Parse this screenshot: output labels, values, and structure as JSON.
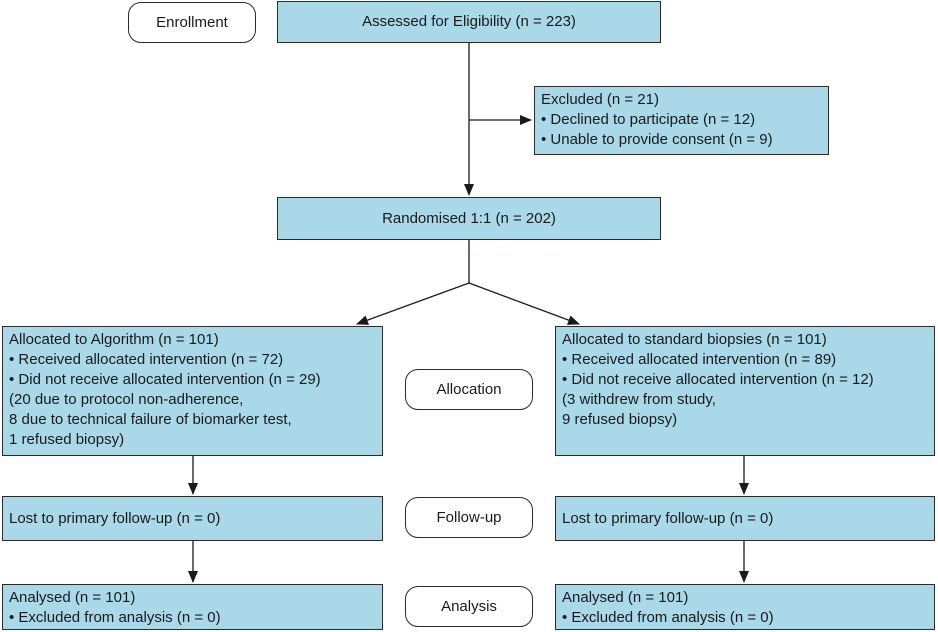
{
  "stages": {
    "enrollment": "Enrollment",
    "allocation": "Allocation",
    "followup": "Follow-up",
    "analysis": "Analysis"
  },
  "assessed": "Assessed for Eligibility (n = 223)",
  "excluded": {
    "title": "Excluded (n = 21)",
    "items": [
      "• Declined to participate  (n = 12)",
      "• Unable to provide consent  (n = 9)"
    ]
  },
  "randomised": "Randomised 1:1 (n = 202)",
  "left": {
    "allocated": {
      "title": "Allocated to Algorithm (n = 101)",
      "lines": [
        "• Received allocated intervention (n = 72)",
        "• Did not receive allocated intervention (n = 29)",
        "(20 due to protocol non-adherence,",
        "8 due to technical failure of biomarker test,",
        "1 refused biopsy)"
      ]
    },
    "followup": "Lost to primary follow-up (n = 0)",
    "analysis": {
      "title": "Analysed (n = 101)",
      "lines": [
        "• Excluded from analysis (n = 0)"
      ]
    }
  },
  "right": {
    "allocated": {
      "title": "Allocated to standard biopsies (n = 101)",
      "lines": [
        "• Received allocated intervention (n = 89)",
        "• Did not receive allocated intervention (n = 12)",
        "(3 withdrew from study,",
        "9 refused biopsy)"
      ]
    },
    "followup": "Lost to primary follow-up (n = 0)",
    "analysis": {
      "title": "Analysed (n = 101)",
      "lines": [
        "• Excluded from analysis (n = 0)"
      ]
    }
  },
  "colors": {
    "box_fill": "#a9d8e8",
    "stroke": "#2b2b2b",
    "stage_fill": "#ffffff"
  }
}
